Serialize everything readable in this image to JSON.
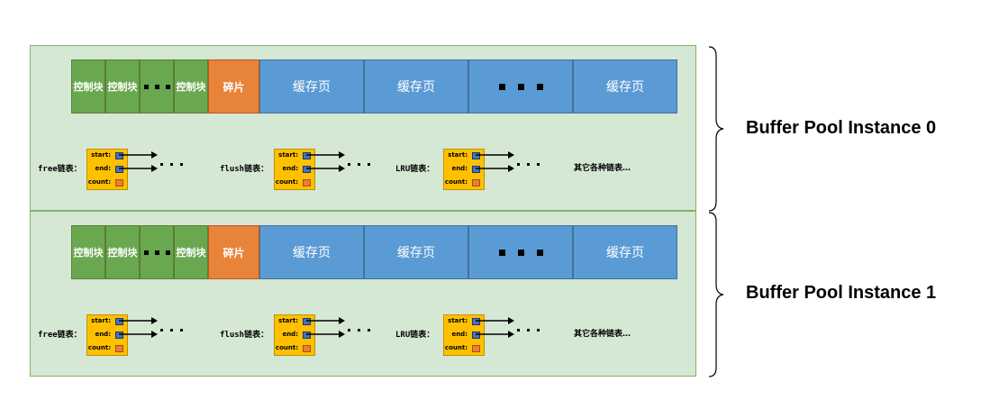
{
  "instances": [
    {
      "label": "Buffer Pool Instance 0",
      "control_block": "控制块",
      "fragment": "碎片",
      "cache_page": "缓存页",
      "lists": [
        {
          "label": "free链表：",
          "fields": [
            "start:",
            "end:",
            "count:"
          ]
        },
        {
          "label": "flush链表：",
          "fields": [
            "start:",
            "end:",
            "count:"
          ]
        },
        {
          "label": "LRU链表：",
          "fields": [
            "start:",
            "end:",
            "count:"
          ]
        }
      ],
      "other_lists": "其它各种链表…"
    },
    {
      "label": "Buffer Pool Instance 1",
      "control_block": "控制块",
      "fragment": "碎片",
      "cache_page": "缓存页",
      "lists": [
        {
          "label": "free链表：",
          "fields": [
            "start:",
            "end:",
            "count:"
          ]
        },
        {
          "label": "flush链表：",
          "fields": [
            "start:",
            "end:",
            "count:"
          ]
        },
        {
          "label": "LRU链表：",
          "fields": [
            "start:",
            "end:",
            "count:"
          ]
        }
      ],
      "other_lists": "其它各种链表…"
    }
  ],
  "colors": {
    "instance_bg": "#d5e8d4",
    "control_block": "#6aa84f",
    "fragment": "#e8833a",
    "cache_page": "#5b9bd5",
    "list_node": "#ffc000"
  }
}
